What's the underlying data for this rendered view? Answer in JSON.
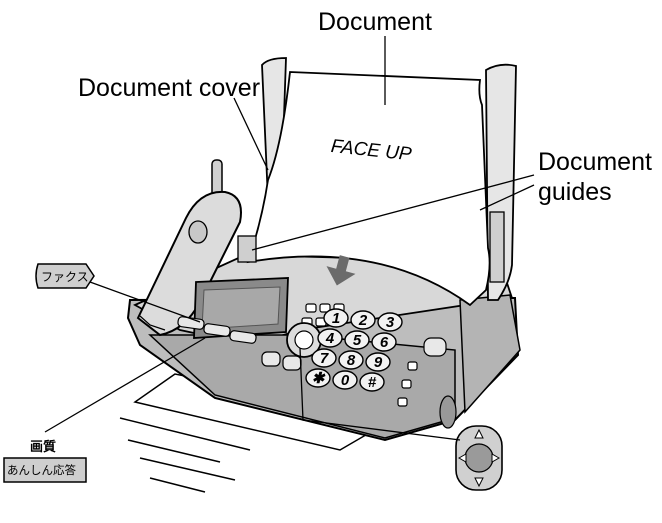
{
  "labels": {
    "document": "Document",
    "document_cover": "Document cover",
    "document_guides_line1": "Document",
    "document_guides_line2": "guides",
    "face_up": "FACE UP"
  },
  "buttons": {
    "fax": "ファクス",
    "image_quality": "画質",
    "answering": "あんしん応答"
  },
  "keypad": [
    "1",
    "2",
    "3",
    "4",
    "5",
    "6",
    "7",
    "8",
    "9",
    "✱",
    "0",
    "#"
  ]
}
